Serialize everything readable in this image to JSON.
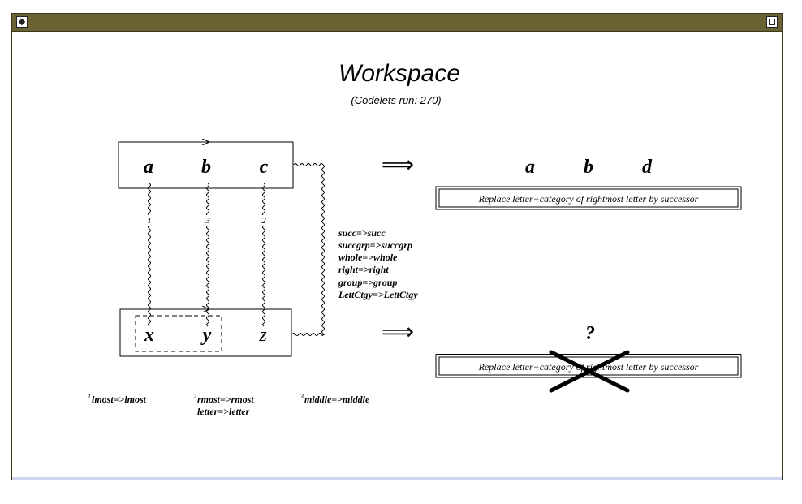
{
  "workspace": {
    "title": "Workspace",
    "subtitle": "(Codelets run: 270)"
  },
  "initial_string": [
    "a",
    "b",
    "c"
  ],
  "target_string": [
    "x",
    "y",
    "z"
  ],
  "modified_string": [
    "a",
    "b",
    "d"
  ],
  "answer_unknown": "?",
  "arrow_symbol": "⟹",
  "rule_text": "Replace letter−category of rightmost letter by successor",
  "translated_rule_text": "Replace letter−category of rightmost letter by successor",
  "bridge_numbers": [
    "1",
    "3",
    "2"
  ],
  "concept_mappings": [
    "succ=>succ",
    "succgrp=>succgrp",
    "whole=>whole",
    "right=>right",
    "group=>group",
    "LettCtgy=>LettCtgy"
  ],
  "footnotes": [
    {
      "num": "1",
      "lines": [
        "lmost=>lmost"
      ]
    },
    {
      "num": "2",
      "lines": [
        "rmost=>rmost",
        "letter=>letter"
      ]
    },
    {
      "num": "3",
      "lines": [
        "middle=>middle"
      ]
    }
  ],
  "icons": {
    "close": "close-box-icon",
    "zoom": "zoom-box-icon"
  },
  "colors": {
    "titlebar": "#6a6233",
    "ink": "#000000",
    "frame": "#cfd4ee"
  }
}
